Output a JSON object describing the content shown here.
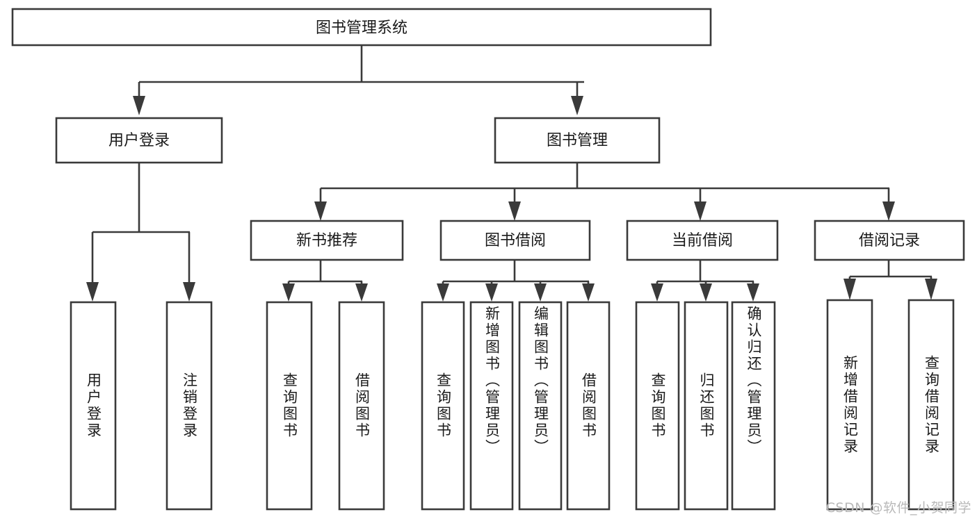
{
  "diagram": {
    "type": "tree",
    "title": "图书管理系统",
    "watermark": "CSDN @软件_小贺同学",
    "colors": {
      "stroke": "#3a3a3a",
      "box_fill": "#ffffff",
      "text": "#1a1a1a",
      "background": "#ffffff",
      "watermark": "#b9b9b9"
    },
    "root": {
      "label": "图书管理系统"
    },
    "level2": [
      {
        "label": "用户登录"
      },
      {
        "label": "图书管理"
      }
    ],
    "level3": [
      {
        "label": "新书推荐"
      },
      {
        "label": "图书借阅"
      },
      {
        "label": "当前借阅"
      },
      {
        "label": "借阅记录"
      }
    ],
    "leaves": {
      "user_login": [
        {
          "label": "用户登录"
        },
        {
          "label": "注销登录"
        }
      ],
      "new_book_recommend": [
        {
          "label": "查询图书"
        },
        {
          "label": "借阅图书"
        }
      ],
      "book_borrow": [
        {
          "label": "查询图书"
        },
        {
          "label": "新增图书（管理员）"
        },
        {
          "label": "编辑图书（管理员）"
        },
        {
          "label": "借阅图书"
        }
      ],
      "current_borrow": [
        {
          "label": "查询图书"
        },
        {
          "label": "归还图书"
        },
        {
          "label": "确认归还（管理员）"
        }
      ],
      "borrow_record": [
        {
          "label": "新增借阅记录"
        },
        {
          "label": "查询借阅记录"
        }
      ]
    }
  }
}
